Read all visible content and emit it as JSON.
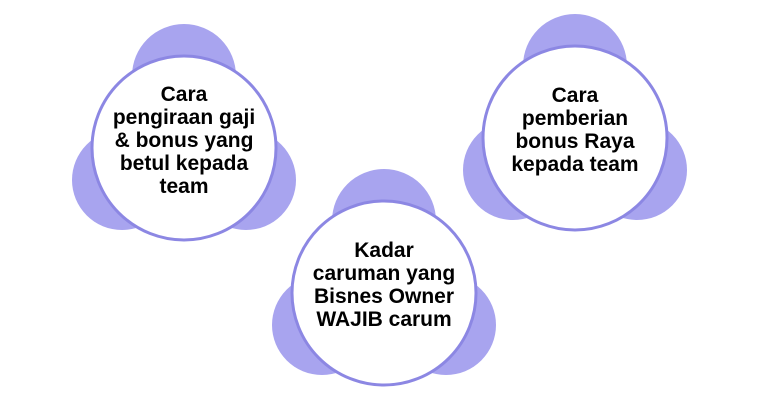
{
  "colors": {
    "lobe": "#a8a4ef",
    "ring": "#8c87e3",
    "circle_fill": "#ffffff",
    "text": "#000000"
  },
  "nodes": [
    {
      "id": "left",
      "text": "Cara pengiraan gaji & bonus yang betul kepada team"
    },
    {
      "id": "right",
      "text": "Cara pemberian bonus Raya kepada team"
    },
    {
      "id": "center",
      "text": "Kadar caruman yang Bisnes Owner WAJIB carum"
    }
  ]
}
